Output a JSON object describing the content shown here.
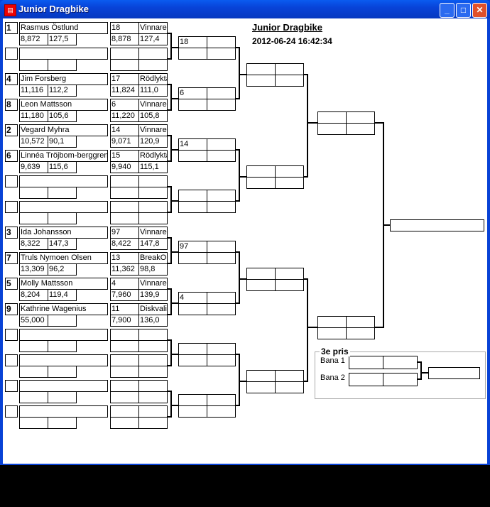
{
  "window": {
    "title": "Junior Dragbike",
    "minimize": "_",
    "maximize": "□",
    "close": "✕",
    "icon": "bracket-app-icon"
  },
  "header": {
    "title": "Junior Dragbike",
    "date": "2012-06-24 16:42:34"
  },
  "entries": [
    {
      "seed": "1",
      "name": "Rasmus Östlund",
      "time": "8,872",
      "speed": "127,5",
      "num": "18",
      "result": "Vinnare",
      "time2": "8,878",
      "speed2": "127,4"
    },
    {
      "seed": "",
      "name": "",
      "time": "",
      "speed": "",
      "num": "",
      "result": "",
      "time2": "",
      "speed2": ""
    },
    {
      "seed": "4",
      "name": "Jim Forsberg",
      "time": "11,116",
      "speed": "112,2",
      "num": "17",
      "result": "Rödlykta",
      "time2": "11,824",
      "speed2": "111,0"
    },
    {
      "seed": "8",
      "name": "Leon Mattsson",
      "time": "11,180",
      "speed": "105,6",
      "num": "6",
      "result": "Vinnare",
      "time2": "11,220",
      "speed2": "105,8"
    },
    {
      "seed": "2",
      "name": "Vegard Myhra",
      "time": "10,572",
      "speed": "90,1",
      "num": "14",
      "result": "Vinnare",
      "time2": "9,071",
      "speed2": "120,9"
    },
    {
      "seed": "6",
      "name": "Linnéa Tröjbom-berggren",
      "time": "9,639",
      "speed": "115,6",
      "num": "15",
      "result": "Rödlykta",
      "time2": "9,940",
      "speed2": "115,1"
    },
    {
      "seed": "",
      "name": "",
      "time": "",
      "speed": "",
      "num": "",
      "result": "",
      "time2": "",
      "speed2": ""
    },
    {
      "seed": "",
      "name": "",
      "time": "",
      "speed": "",
      "num": "",
      "result": "",
      "time2": "",
      "speed2": ""
    },
    {
      "seed": "3",
      "name": "Ida Johansson",
      "time": "8,322",
      "speed": "147,3",
      "num": "97",
      "result": "Vinnare",
      "time2": "8,422",
      "speed2": "147,8"
    },
    {
      "seed": "7",
      "name": "Truls Nymoen Olsen",
      "time": "13,309",
      "speed": "96,2",
      "num": "13",
      "result": "BreakOut",
      "time2": "11,362",
      "speed2": "98,8"
    },
    {
      "seed": "5",
      "name": "Molly Mattsson",
      "time": "8,204",
      "speed": "119,4",
      "num": "4",
      "result": "Vinnare",
      "time2": "7,960",
      "speed2": "139,9"
    },
    {
      "seed": "9",
      "name": "Kathrine Wagenius",
      "time": "55,000",
      "speed": "",
      "num": "11",
      "result": "Diskvalificerad",
      "time2": "7,900",
      "speed2": "136,0"
    },
    {
      "seed": "",
      "name": "",
      "time": "",
      "speed": "",
      "num": "",
      "result": "",
      "time2": "",
      "speed2": ""
    },
    {
      "seed": "",
      "name": "",
      "time": "",
      "speed": "",
      "num": "",
      "result": "",
      "time2": "",
      "speed2": ""
    },
    {
      "seed": "",
      "name": "",
      "time": "",
      "speed": "",
      "num": "",
      "result": "",
      "time2": "",
      "speed2": ""
    },
    {
      "seed": "",
      "name": "",
      "time": "",
      "speed": "",
      "num": "",
      "result": "",
      "time2": "",
      "speed2": ""
    }
  ],
  "round2": [
    "18",
    "6",
    "14",
    "",
    "97",
    "4",
    "",
    ""
  ],
  "round3": [
    "",
    "",
    "",
    ""
  ],
  "round4": [
    "",
    ""
  ],
  "final": "",
  "third_place": {
    "legend": "3e pris",
    "lane1_label": "Bana 1",
    "lane2_label": "Bana 2"
  }
}
